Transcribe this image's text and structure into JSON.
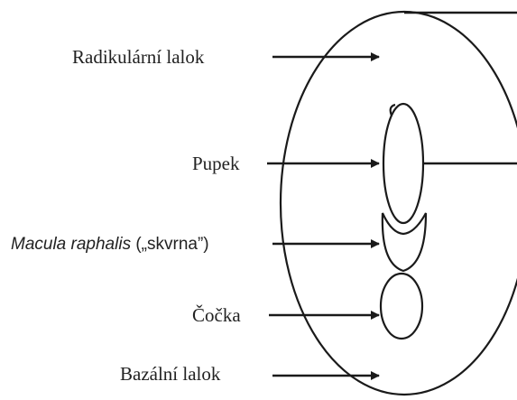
{
  "labels": {
    "radicular_lobe": "Radikulární lalok",
    "hilum": "Pupek",
    "macula_italic": "Macula raphalis",
    "macula_rest": " („skvrna”)",
    "lens": "Čočka",
    "basal_lobe": "Bazální lalok"
  },
  "colors": {
    "stroke": "#1a1a1a",
    "text": "#222222",
    "background": "#ffffff"
  }
}
